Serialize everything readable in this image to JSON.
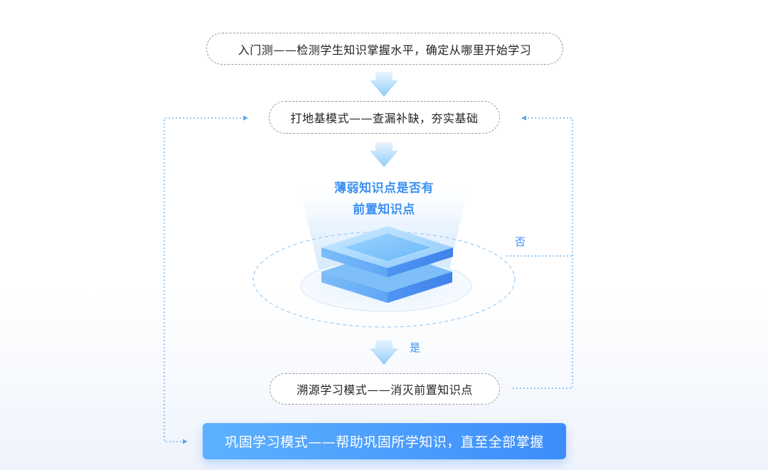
{
  "steps": {
    "entry_test": "入门测——检测学生知识掌握水平，确定从哪里开始学习",
    "foundation_mode": "打地基模式——查漏补缺，夯实基础",
    "decision_line1": "薄弱知识点是否有",
    "decision_line2": "前置知识点",
    "trace_mode": "溯源学习模式——消灭前置知识点",
    "consolidate_mode": "巩固学习模式——帮助巩固所学知识，直至全部掌握"
  },
  "branches": {
    "no": "否",
    "yes": "是"
  },
  "colors": {
    "accent": "#3a90f3",
    "final_start": "#5db1ff",
    "final_end": "#3d8dfa",
    "arrow": "#bfe0fb",
    "dashed_line": "#5aa6f0"
  }
}
